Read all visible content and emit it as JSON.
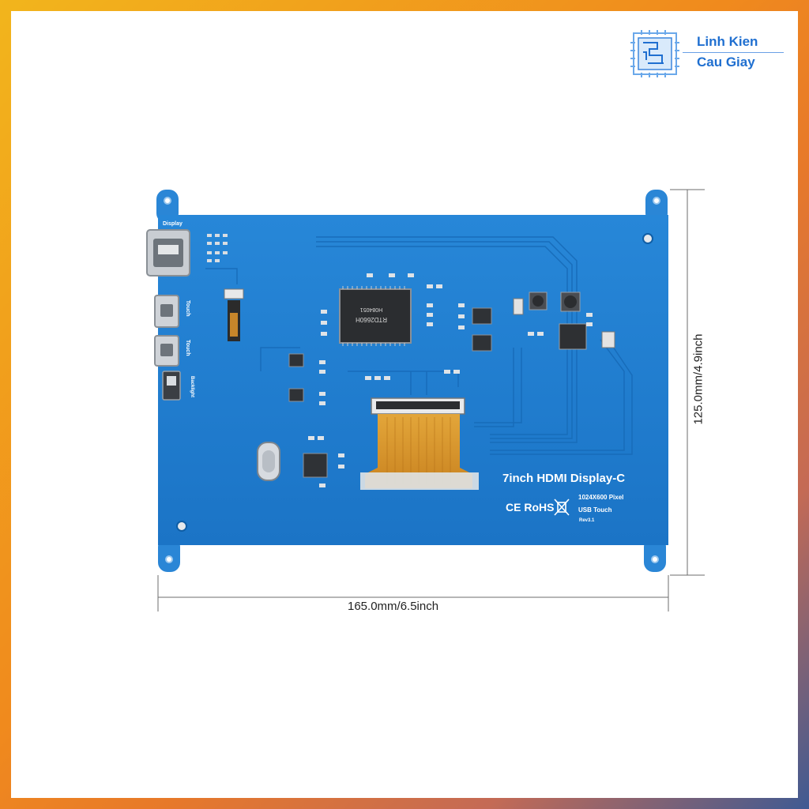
{
  "brand": {
    "line1": "Linh Kien",
    "line2": "Cau Giay"
  },
  "board": {
    "title": "7inch HDMI Display-C",
    "spec_resolution": "1024X600 Pixel",
    "spec_touch": "USB Touch",
    "revision": "Rev3.1",
    "cert_marks": "CE RoHS",
    "label_display": "Display",
    "label_touch_1": "Touch",
    "label_touch_2": "Touch",
    "label_backlight": "Backlight",
    "chip_text_1": "RTD2660H",
    "chip_text_2": "H084051"
  },
  "dimensions": {
    "width": "165.0mm/6.5inch",
    "height": "125.0mm/4.9inch"
  },
  "colors": {
    "board": "#1e7fd0",
    "brand": "#1f6fd0",
    "ribbon": "#d99a2b"
  }
}
